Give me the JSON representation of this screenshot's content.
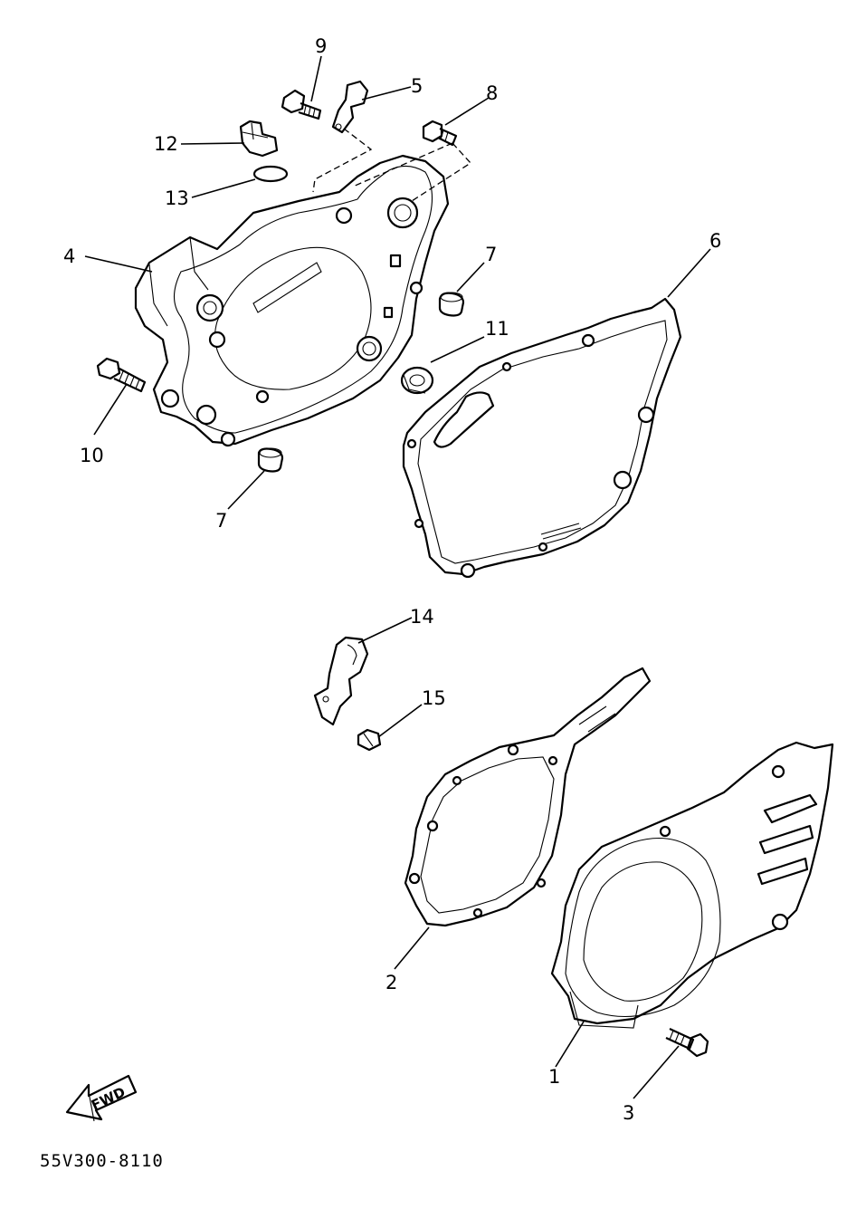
{
  "diagram_code": "55V300-8110",
  "fwd_label": "FWD",
  "callouts": [
    {
      "id": "c1",
      "text": "1"
    },
    {
      "id": "c2",
      "text": "2"
    },
    {
      "id": "c3",
      "text": "3"
    },
    {
      "id": "c4",
      "text": "4"
    },
    {
      "id": "c5",
      "text": "5"
    },
    {
      "id": "c6",
      "text": "6"
    },
    {
      "id": "c7a",
      "text": "7"
    },
    {
      "id": "c7b",
      "text": "7"
    },
    {
      "id": "c8",
      "text": "8"
    },
    {
      "id": "c9",
      "text": "9"
    },
    {
      "id": "c10",
      "text": "10"
    },
    {
      "id": "c11",
      "text": "11"
    },
    {
      "id": "c12",
      "text": "12"
    },
    {
      "id": "c13",
      "text": "13"
    },
    {
      "id": "c14",
      "text": "14"
    },
    {
      "id": "c15",
      "text": "15"
    }
  ]
}
